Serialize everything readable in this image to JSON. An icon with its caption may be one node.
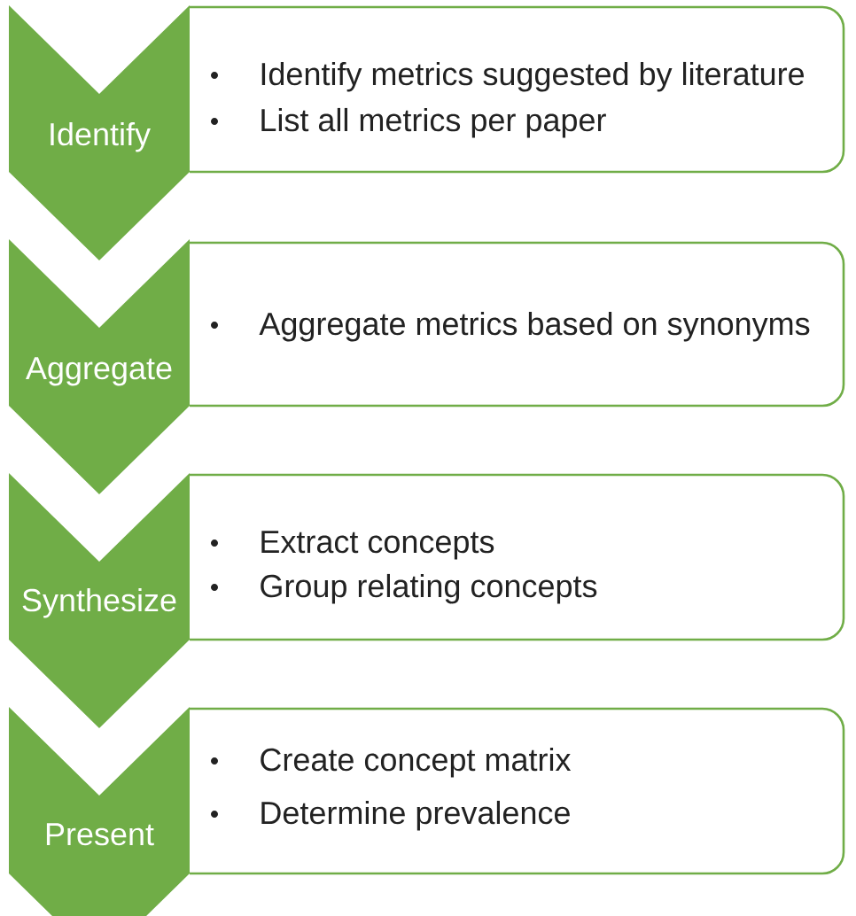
{
  "diagram": {
    "nodes": [
      {
        "text": [
          "Identify"
        ]
      },
      {
        "text": [
          "Identify metrics suggested by literature",
          "List all metrics per paper"
        ]
      },
      {
        "text": [
          "Aggregate"
        ]
      },
      {
        "text": [
          "Aggregate metrics based on synonyms"
        ]
      },
      {
        "text": [
          "Synthesize"
        ]
      },
      {
        "text": [
          "Extract concepts",
          "Group relating concepts"
        ]
      },
      {
        "text": [
          "Present"
        ]
      },
      {
        "text": [
          "Create concept matrix",
          "Determine prevalence"
        ]
      }
    ]
  }
}
